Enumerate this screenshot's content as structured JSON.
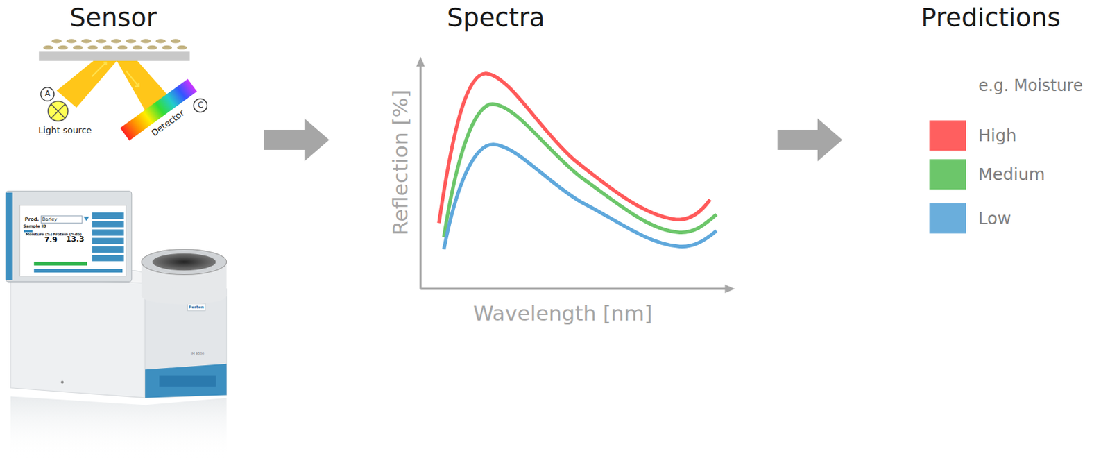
{
  "diagram": {
    "nodes": [
      {
        "text": [
          "Sensor"
        ]
      },
      {
        "text": [
          "Spectra"
        ]
      },
      {
        "text": [
          "Predictions"
        ]
      }
    ],
    "edges": [
      {
        "from": 0,
        "to": 1,
        "arrow": "to"
      },
      {
        "from": 1,
        "to": 2,
        "arrow": "to"
      }
    ],
    "labels": [
      "A",
      "Light source",
      "Detector",
      "C",
      "Prod.",
      "Barley",
      "Sample ID",
      "Moisture (%)",
      "Protein (%db)",
      "7.9",
      "13.3",
      "Perten",
      "IM 9500",
      "Reflection [%]",
      "Wavelength [nm]",
      "e.g. Moisture"
    ],
    "legend": [
      {
        "text": "High",
        "color": "#ff5f5f"
      },
      {
        "text": "Medium",
        "color": "#6cc66a"
      },
      {
        "text": "Low",
        "color": "#6aaedc"
      }
    ]
  }
}
